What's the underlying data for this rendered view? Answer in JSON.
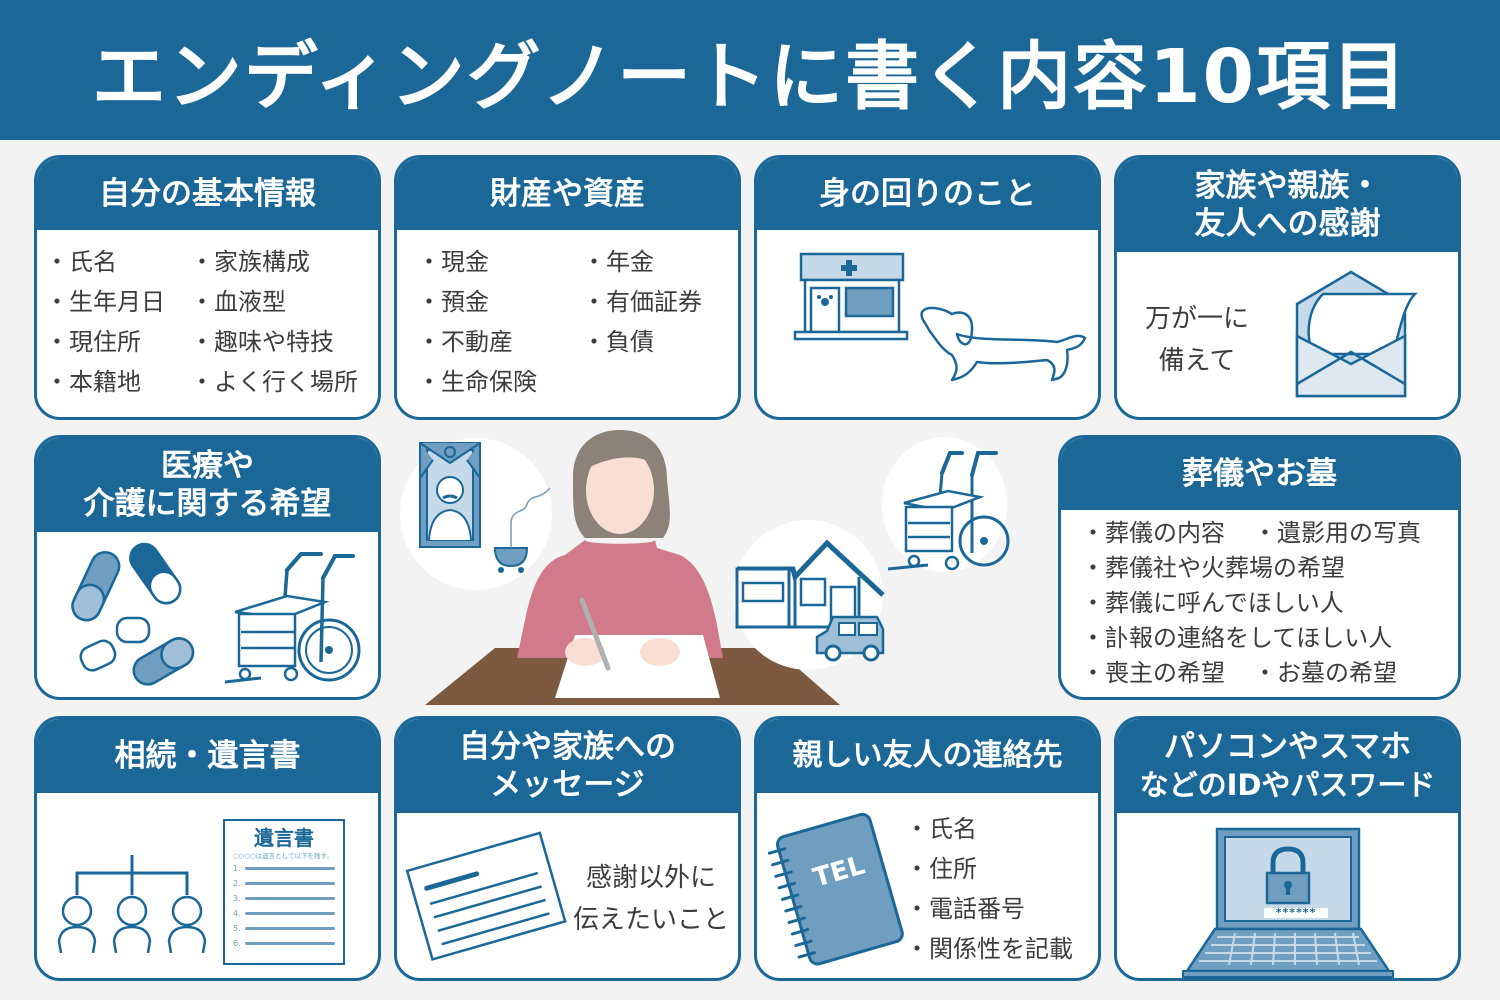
{
  "title": "エンディングノートに書く内容10項目",
  "colors": {
    "primary": "#1b6898",
    "light_blue": "#c5d9e8",
    "mid_blue": "#6f9ec0",
    "background": "#f3f3f4",
    "text": "#3d3d3d",
    "sweater": "#d07a8a",
    "hair": "#8c8278",
    "desk": "#7d5a3f"
  },
  "cards": [
    {
      "title": "自分の基本情報",
      "col1": [
        "氏名",
        "生年月日",
        "現住所",
        "本籍地"
      ],
      "col2": [
        "家族構成",
        "血液型",
        "趣味や特技",
        "よく行く場所"
      ]
    },
    {
      "title": "財産や資産",
      "col1": [
        "現金",
        "預金",
        "不動産",
        "生命保険"
      ],
      "col2": [
        "年金",
        "有価証券",
        "負債"
      ]
    },
    {
      "title": "身の回りのこと",
      "icons": [
        "vet-clinic-icon",
        "dachshund-icon"
      ]
    },
    {
      "title_line1": "家族や親族・",
      "title_line2": "友人への感謝",
      "text_line1": "万が一に",
      "text_line2": "備えて",
      "icons": [
        "envelope-letter-icon"
      ]
    },
    {
      "title_line1": "医療や",
      "title_line2": "介護に関する希望",
      "icons": [
        "pills-icon",
        "wheelchair-icon"
      ]
    },
    {
      "title": "葬儀やお墓",
      "items": [
        [
          "葬儀の内容",
          "遺影用の写真"
        ],
        [
          "葬儀社や火葬場の希望"
        ],
        [
          "葬儀に呼んでほしい人"
        ],
        [
          "訃報の連絡をしてほしい人"
        ],
        [
          "喪主の希望",
          "お墓の希望"
        ]
      ]
    },
    {
      "title": "相続・遺言書",
      "will": {
        "heading": "遺言書",
        "subtext": "○○○○は遺言として以下を残す。",
        "numbers": [
          "1.",
          "2.",
          "3.",
          "4.",
          "5.",
          "6."
        ]
      },
      "icons": [
        "family-tree-icon",
        "will-document-icon"
      ]
    },
    {
      "title_line1": "自分や家族への",
      "title_line2": "メッセージ",
      "text_line1": "感謝以外に",
      "text_line2": "伝えたいこと",
      "icons": [
        "letter-card-icon"
      ]
    },
    {
      "title": "親しい友人の連絡先",
      "items": [
        "氏名",
        "住所",
        "電話番号",
        "関係性を記載"
      ],
      "notebook_label": "TEL",
      "icons": [
        "address-book-icon"
      ]
    },
    {
      "title_line1": "パソコンやスマホ",
      "title_line2": "などのIDやパスワード",
      "password_mask": "******",
      "icons": [
        "laptop-lock-icon"
      ]
    }
  ],
  "center_illustration": {
    "icons": [
      "woman-writing-icon",
      "memorial-portrait-icon",
      "house-car-icon",
      "wheelchair-icon"
    ]
  }
}
